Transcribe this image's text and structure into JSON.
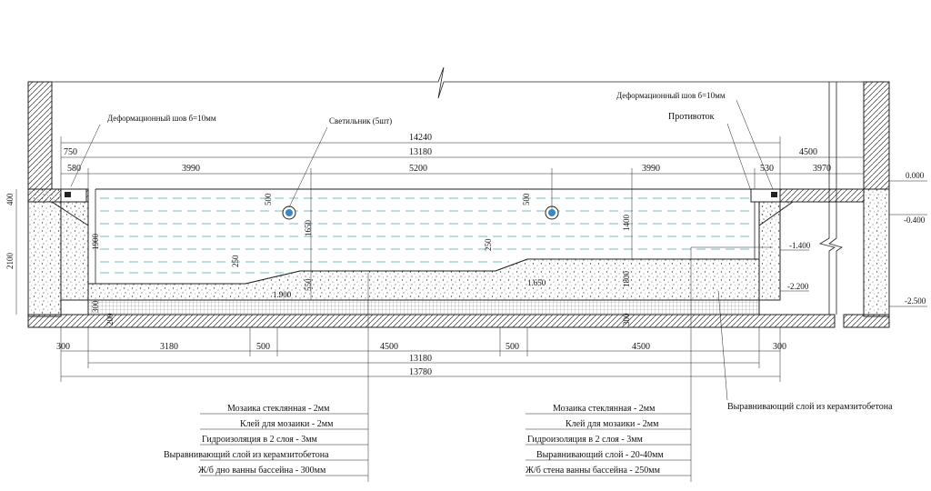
{
  "notes": {
    "joint_left": "Деформационный шов б=10мм",
    "joint_right": "Деформационный шов б=10мм",
    "lamp": "Светильник (5шт)",
    "counterflow": "Противоток",
    "leveling_right": "Выравнивающий слой из керамзитобетона"
  },
  "dims_top": {
    "d14240": "14240",
    "d13180": "13180",
    "d4500": "4500",
    "d750": "750",
    "d580": "580",
    "d3990a": "3990",
    "d5200": "5200",
    "d3990b": "3990",
    "d530": "530",
    "d3970": "3970"
  },
  "dims_bottom": {
    "d300a": "300",
    "d3180": "3180",
    "d500a": "500",
    "d4500a": "4500",
    "d500b": "500",
    "d4500b": "4500",
    "d300b": "300",
    "d13180": "13180",
    "d13780": "13780"
  },
  "dims_vertical": {
    "d400": "400",
    "d2100": "2100",
    "d1900a": "1900",
    "d500a": "500",
    "d1650": "1650",
    "d250a": "250",
    "d550": "550",
    "d300": "300",
    "d200": "200",
    "d500b": "500",
    "d250b": "250",
    "d1400": "1400",
    "d1800": "1800",
    "d300b": "300"
  },
  "small_dims": {
    "d1900": "1.900",
    "d1650": "1.650"
  },
  "levels": {
    "l000": "0.000",
    "l040": "-0.400",
    "l140": "-1.400",
    "l220": "-2.200",
    "l250": "-2.500"
  },
  "legend_left": [
    "Мозаика стеклянная - 2мм",
    "Клей для мозаики - 2мм",
    "Гидроизоляция в 2 слоя - 3мм",
    "Выравнивающий слой из керамзитобетона",
    "Ж/б дно ванны бассейна - 300мм"
  ],
  "legend_right": [
    "Мозаика стеклянная - 2мм",
    "Клей для мозаики - 2мм",
    "Гидроизоляция в 2 слоя - 3мм",
    "Выравнивающий слой - 20-40мм",
    "Ж/б стена ванны бассейна - 250мм"
  ],
  "colors": {
    "water": "#4aa6b8",
    "lines": "#222222",
    "lamp": "#3a86c8"
  }
}
